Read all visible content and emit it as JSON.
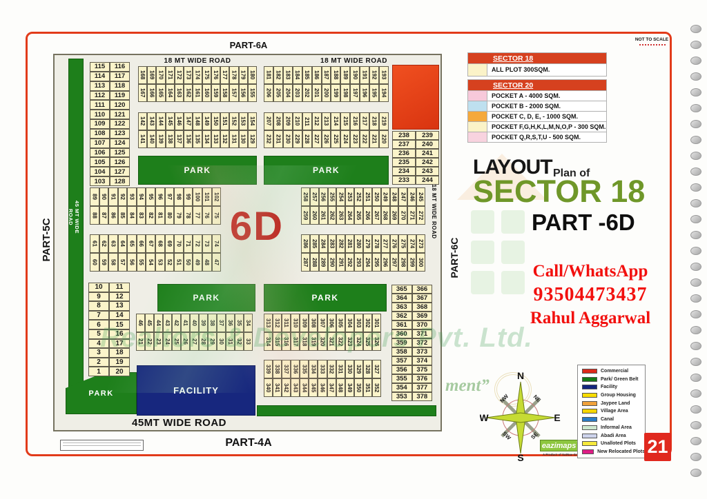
{
  "page": {
    "not_to_scale": "NOT TO SCALE",
    "page_number": "21"
  },
  "legend_sectors": {
    "sector18_header": "SECTOR 18",
    "sector18_rows": [
      {
        "swatch": "#FBF3C8",
        "label": "ALL PLOT  300SQM."
      }
    ],
    "sector20_header": "SECTOR 20",
    "sector20_rows": [
      {
        "swatch": "#F7C9DA",
        "label": "POCKET A    -   4000 SQM."
      },
      {
        "swatch": "#BEE0EF",
        "label": "POCKET B    -   2000 SQM."
      },
      {
        "swatch": "#F5A93C",
        "label": "POCKET C, D, E, - 1000 SQM."
      },
      {
        "swatch": "#FBF3C8",
        "label": "POCKET   F,G,H,K,L,M,N,O,P  -  300 SQM."
      },
      {
        "swatch": "#F8D3DF",
        "label": "POCKET Q,R,S,T,U   -  500 SQM."
      }
    ]
  },
  "title": {
    "layout": "LAYOUT",
    "plan_of": "Plan of",
    "sector": "SECTOR 18",
    "part": "PART -6D"
  },
  "contact": {
    "line1": "Call/WhatsApp",
    "line2": "93504473437",
    "line3": "Rahul Aggarwal"
  },
  "compass": {
    "n": "N",
    "ne": "NE",
    "e": "E",
    "se": "SE",
    "s": "S",
    "sw": "SW",
    "w": "W",
    "nw": "NW"
  },
  "brand": {
    "logo": "eazimaps",
    "tm": "TM",
    "sub": "A Product of SatNav Group"
  },
  "watermark": {
    "line": "Realtors & Developers Pvt. Ltd.",
    "fragment": "ment”"
  },
  "legend_land": {
    "items": [
      {
        "color": "#DD2A1B",
        "label": "Commercial"
      },
      {
        "color": "#157A15",
        "label": "Park/ Green Belt"
      },
      {
        "color": "#14267E",
        "label": "Facility"
      },
      {
        "color": "#F8DC00",
        "label": "Group Housing"
      },
      {
        "color": "#F0A23C",
        "label": "Jaypee Land"
      },
      {
        "color": "#F6D500",
        "label": "Village Area"
      },
      {
        "color": "#2B7CC4",
        "label": "Canal"
      },
      {
        "color": "#CDE8CF",
        "label": "Informal Area"
      },
      {
        "color": "#CDD3EC",
        "label": "Abadi Area"
      },
      {
        "color": "#F6E93C",
        "label": "Unalloted Plots"
      },
      {
        "color": "#DE1D86",
        "label": "New Relocated Plots"
      }
    ]
  },
  "map": {
    "part_top": "PART-6A",
    "part_bottom": "PART-4A",
    "part_left": "PART-5C",
    "part_right": "PART-6C",
    "road_top_left": "18 MT WIDE ROAD",
    "road_top_right": "18 MT WIDE ROAD",
    "road_left_vertical": "45 MT WIDE ROAD",
    "road_right_vertical": "18 MT WIDE ROAD",
    "road_bottom": "45MT WIDE ROAD",
    "block_label": "6D",
    "park_label": "PARK",
    "facility_label": "FACILITY",
    "blocks": {
      "pairs": {
        "blkA": [
          [
            115,
            116
          ],
          [
            114,
            117
          ],
          [
            113,
            118
          ],
          [
            112,
            119
          ],
          [
            111,
            120
          ],
          [
            110,
            121
          ],
          [
            109,
            122
          ],
          [
            108,
            123
          ],
          [
            107,
            124
          ],
          [
            106,
            125
          ],
          [
            105,
            126
          ],
          [
            104,
            127
          ],
          [
            103,
            128
          ]
        ],
        "blkD": [
          [
            238,
            239
          ],
          [
            237,
            240
          ],
          [
            236,
            241
          ],
          [
            235,
            242
          ],
          [
            234,
            243
          ],
          [
            233,
            244
          ]
        ],
        "blkG": [
          [
            10,
            11
          ],
          [
            9,
            12
          ],
          [
            8,
            13
          ],
          [
            7,
            14
          ],
          [
            6,
            15
          ],
          [
            5,
            16
          ],
          [
            4,
            17
          ],
          [
            3,
            18
          ],
          [
            2,
            19
          ],
          [
            1,
            20
          ]
        ],
        "blkJ": [
          [
            365,
            366
          ],
          [
            364,
            367
          ],
          [
            363,
            368
          ],
          [
            362,
            369
          ],
          [
            361,
            370
          ],
          [
            360,
            371
          ],
          [
            359,
            372
          ],
          [
            358,
            373
          ],
          [
            357,
            374
          ],
          [
            356,
            375
          ],
          [
            355,
            376
          ],
          [
            354,
            377
          ],
          [
            353,
            378
          ]
        ]
      },
      "bands": {
        "band168": [
          [
            168,
            169,
            170,
            171,
            172,
            173,
            174,
            175,
            176,
            177,
            178,
            179,
            180
          ],
          [
            167,
            166,
            165,
            164,
            163,
            162,
            161,
            160,
            159,
            158,
            157,
            156,
            155
          ]
        ],
        "band142": [
          [
            142,
            143,
            144,
            145,
            146,
            147,
            148,
            149,
            150,
            151,
            152,
            153,
            154
          ],
          [
            141,
            140,
            139,
            138,
            137,
            136,
            135,
            134,
            133,
            132,
            131,
            130,
            129
          ]
        ],
        "band181": [
          [
            181,
            182,
            183,
            184,
            185,
            186,
            187,
            188,
            189,
            190,
            191,
            192,
            193
          ],
          [
            206,
            205,
            204,
            203,
            202,
            201,
            200,
            199,
            198,
            197,
            196,
            195,
            194
          ]
        ],
        "band207": [
          [
            207,
            208,
            209,
            210,
            211,
            212,
            213,
            214,
            215,
            216,
            217,
            218,
            219
          ],
          [
            232,
            231,
            230,
            229,
            228,
            227,
            226,
            225,
            224,
            223,
            222,
            221,
            220
          ]
        ],
        "band89": [
          [
            89,
            90,
            91,
            92,
            93,
            94,
            95,
            96,
            97,
            98,
            99,
            100,
            101,
            102
          ],
          [
            88,
            87,
            86,
            85,
            84,
            83,
            82,
            81,
            80,
            79,
            78,
            77,
            76,
            75
          ]
        ],
        "band61": [
          [
            61,
            62,
            63,
            64,
            65,
            66,
            67,
            68,
            69,
            70,
            71,
            72,
            73,
            74
          ],
          [
            60,
            59,
            58,
            57,
            56,
            55,
            54,
            53,
            52,
            51,
            50,
            49,
            48,
            47
          ]
        ],
        "band245": [
          [
            258,
            257,
            256,
            255,
            254,
            253,
            252,
            251,
            250,
            249,
            248,
            247,
            246,
            245
          ],
          [
            259,
            260,
            261,
            262,
            263,
            264,
            265,
            266,
            267,
            268,
            269,
            270,
            271,
            272
          ]
        ],
        "band273": [
          [
            286,
            285,
            284,
            283,
            282,
            281,
            280,
            279,
            278,
            277,
            276,
            275,
            274,
            273
          ],
          [
            287,
            288,
            289,
            290,
            291,
            292,
            293,
            294,
            295,
            296,
            297,
            298,
            299,
            300
          ]
        ],
        "band34": [
          [
            46,
            45,
            44,
            43,
            42,
            41,
            40,
            39,
            38,
            37,
            36,
            35,
            34
          ],
          [
            21,
            22,
            23,
            24,
            25,
            26,
            27,
            28,
            29,
            30,
            31,
            32,
            33
          ]
        ],
        "band301": [
          [
            313,
            312,
            311,
            310,
            309,
            308,
            307,
            306,
            305,
            304,
            303,
            302,
            301
          ],
          [
            314,
            315,
            316,
            317,
            318,
            319,
            320,
            321,
            322,
            323,
            324,
            325,
            326
          ]
        ],
        "band327": [
          [
            339,
            338,
            337,
            336,
            335,
            334,
            333,
            332,
            331,
            330,
            329,
            328,
            327
          ],
          [
            340,
            341,
            342,
            343,
            344,
            345,
            346,
            347,
            348,
            349,
            350,
            351,
            352
          ]
        ]
      }
    }
  }
}
